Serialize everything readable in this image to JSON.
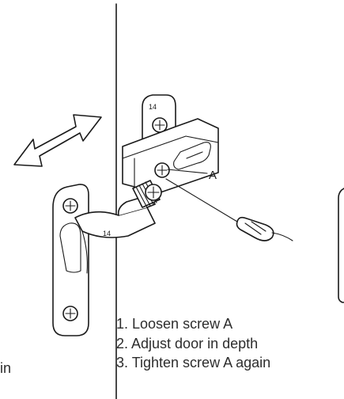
{
  "labels": {
    "screw_callout": "A",
    "hinge_number_top": "14",
    "hinge_number_bottom": "14"
  },
  "steps": [
    "1.  Loosen screw A",
    "2. Adjust door in depth",
    "3. Tighten screw A again"
  ],
  "left_fragment": "in"
}
